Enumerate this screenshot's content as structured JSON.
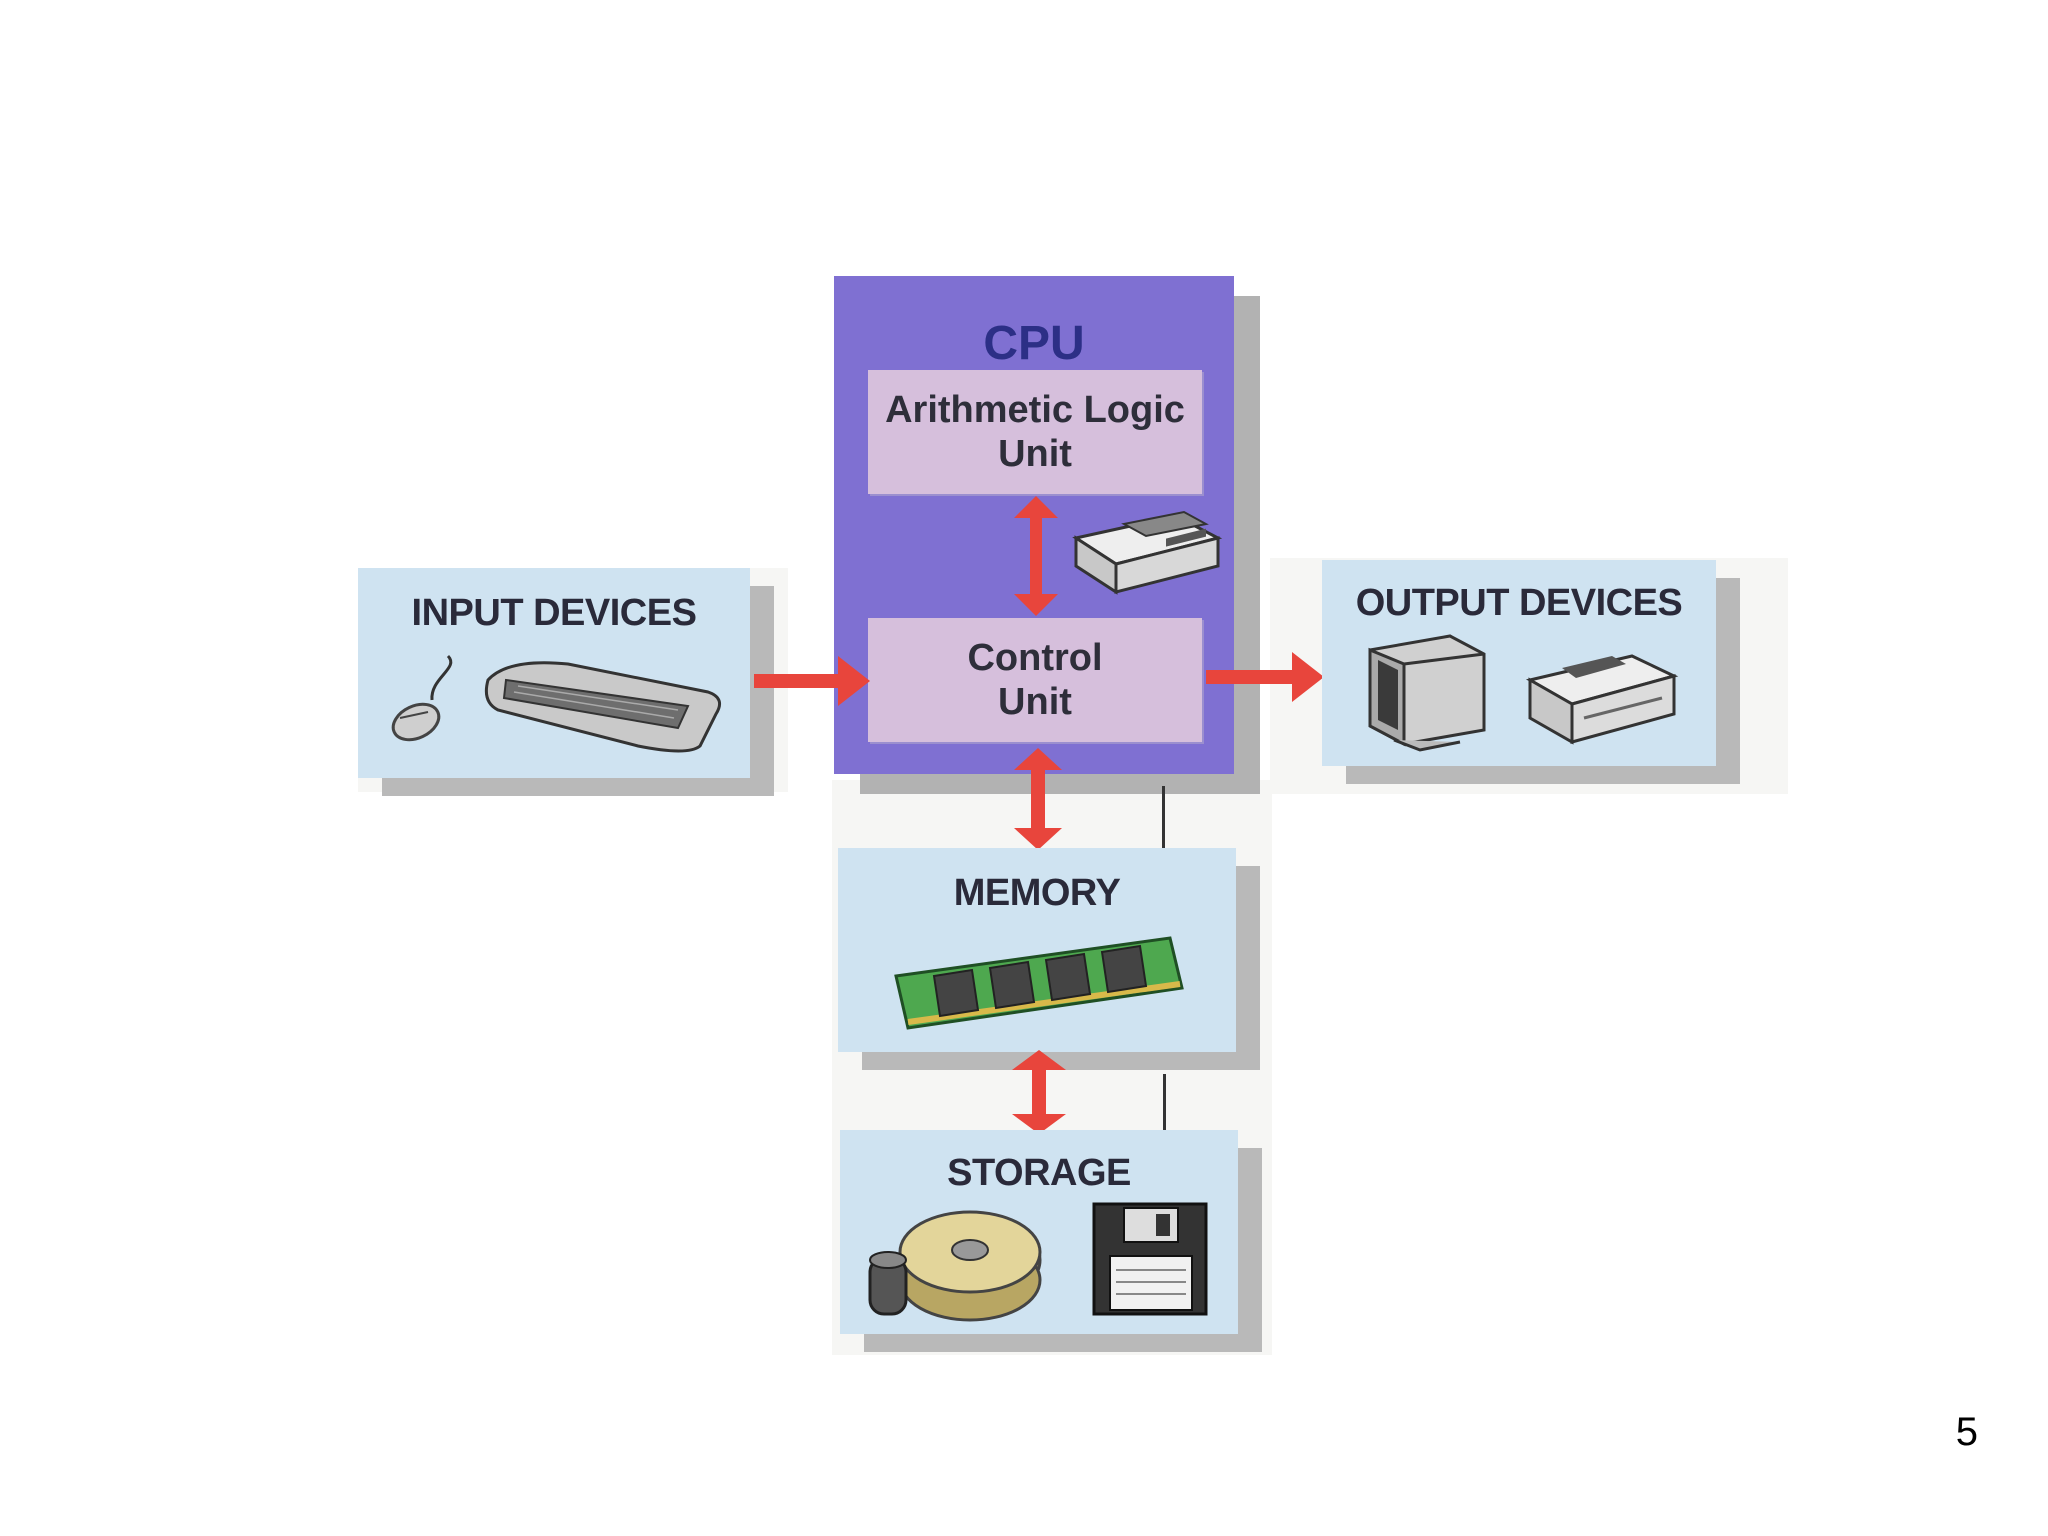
{
  "cpu": {
    "title": "CPU"
  },
  "alu": {
    "label": "Arithmetic Logic\nUnit"
  },
  "control_unit": {
    "label": "Control\nUnit"
  },
  "input_devices": {
    "title": "INPUT DEVICES",
    "icons": [
      "mouse-icon",
      "keyboard-icon"
    ]
  },
  "output_devices": {
    "title": "OUTPUT DEVICES",
    "icons": [
      "monitor-icon",
      "printer-icon"
    ]
  },
  "memory": {
    "title": "MEMORY",
    "icons": [
      "ram-module-icon"
    ]
  },
  "storage": {
    "title": "STORAGE",
    "icons": [
      "hard-disk-icon",
      "floppy-disk-icon"
    ]
  },
  "cpu_icons": [
    "cpu-unit-icon"
  ],
  "colors": {
    "cpu": "#7f70d2",
    "unit": "#d6bfdc",
    "device_box": "#cfe3f1",
    "arrow": "#e8453c"
  },
  "page_number": "5"
}
